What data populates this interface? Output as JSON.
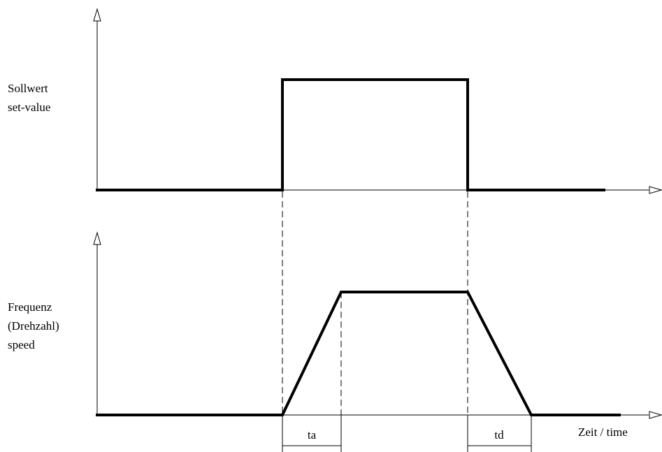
{
  "top_graph": {
    "label_line1": "Sollwert",
    "label_line2": "set-value"
  },
  "bottom_graph": {
    "label_line1": "Frequenz",
    "label_line2": "(Drehzahl)",
    "label_line3": "speed"
  },
  "time_axis_label": "Zeit / time",
  "intervals": {
    "accel": "ta",
    "decel": "td"
  }
}
